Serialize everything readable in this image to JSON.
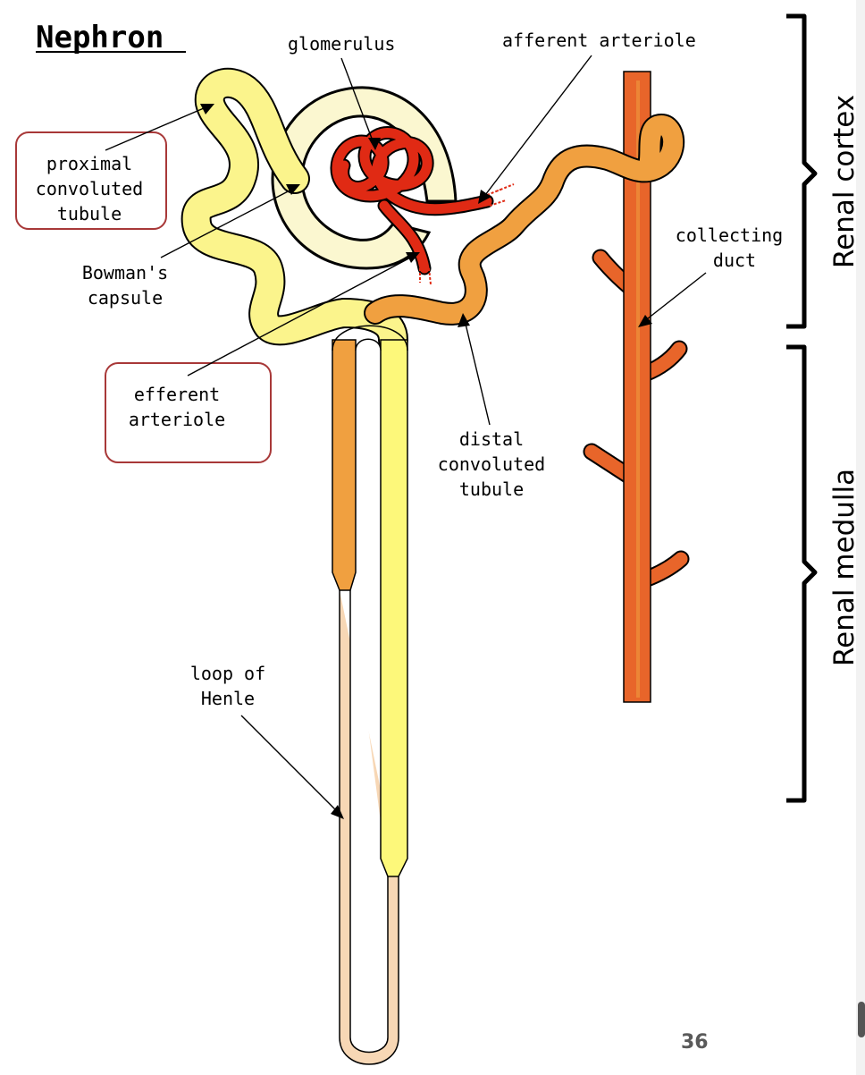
{
  "title": "Nephron",
  "labels": {
    "glomerulus": "glomerulus",
    "afferent_arteriole": "afferent arteriole",
    "proximal_convoluted_tubule": [
      "proximal",
      "convoluted",
      "tubule"
    ],
    "bowmans_capsule": [
      "Bowman's",
      "capsule"
    ],
    "efferent_arteriole": [
      "efferent",
      "arteriole"
    ],
    "collecting_duct": [
      "collecting",
      "duct"
    ],
    "distal_convoluted_tubule": [
      "distal",
      "convoluted",
      "tubule"
    ],
    "loop_of_henle": [
      "loop of",
      "Henle"
    ]
  },
  "regions": {
    "cortex": "Renal cortex",
    "medulla": "Renal medulla"
  },
  "page_number": "36",
  "colors": {
    "proximal_tubule": "#fbf48c",
    "descending_limb": "#fdf87a",
    "distal_tubule": "#f0a040",
    "collecting_duct": "#e8652a",
    "capillary": "#e02a14",
    "capsule": "#fbf7d0",
    "thin_loop": "#f7d7b5",
    "highlight_box": "#a83838"
  }
}
